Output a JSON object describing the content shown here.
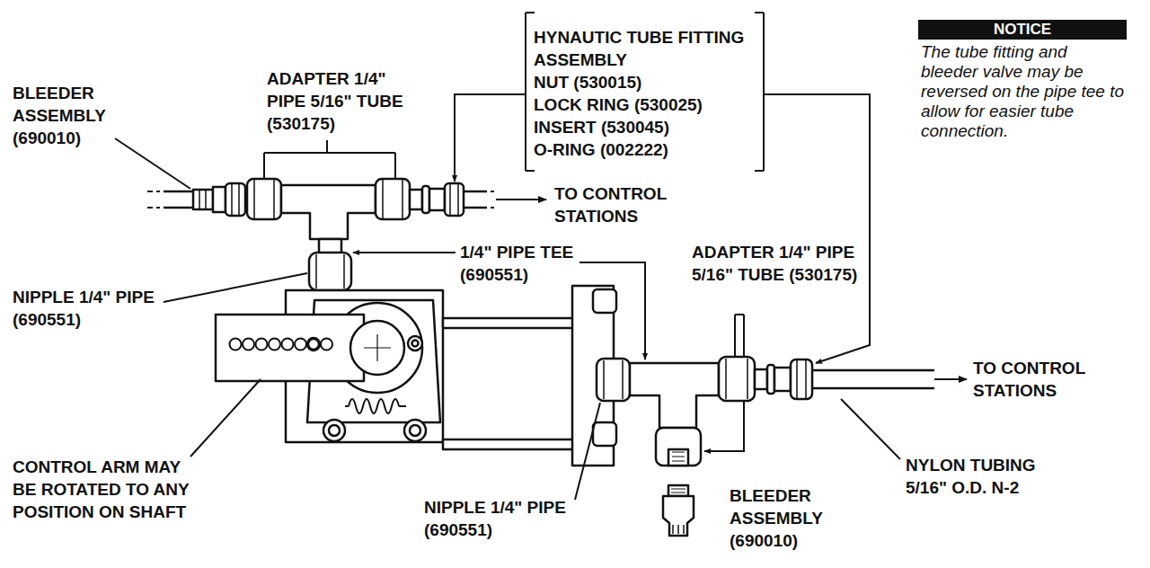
{
  "diagram": {
    "nodes": [
      {
        "text": [
          "NOTICE",
          "The tube fitting and bleeder valve may be reversed on the pipe tee to allow for easier tube connection."
        ]
      }
    ],
    "edges": [],
    "labels": [
      "BLEEDER ASSEMBLY (690010)",
      "ADAPTER 1/4\" PIPE 5/16\" TUBE (530175)",
      "HYNAUTIC TUBE FITTING ASSEMBLY",
      "NUT (530015)",
      "LOCK RING (530025)",
      "INSERT (530045)",
      "O-RING (002222)",
      "TO CONTROL STATIONS",
      "1/4\" PIPE TEE (690551)",
      "NIPPLE 1/4\" PIPE (690551)",
      "ADAPTER 1/4\" PIPE 5/16\" TUBE (530175)",
      "TO CONTROL STATIONS",
      "CONTROL ARM MAY BE ROTATED TO ANY POSITION ON SHAFT",
      "NIPPLE 1/4\" PIPE (690551)",
      "NYLON TUBING 5/16\" O.D. N-2",
      "BLEEDER ASSEMBLY (690010)"
    ]
  }
}
